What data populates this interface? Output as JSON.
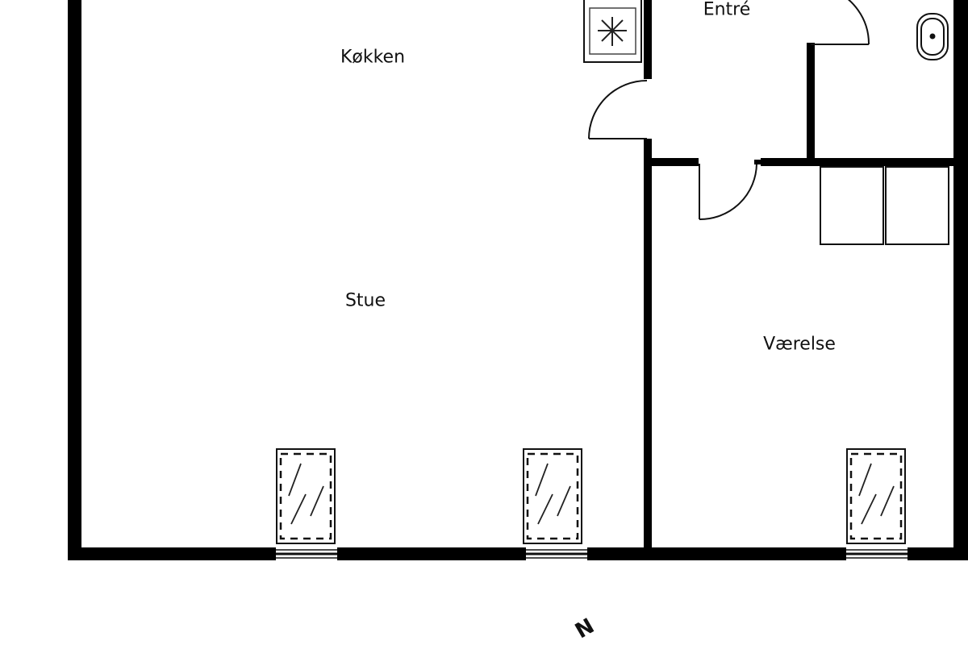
{
  "floorplan": {
    "rooms": [
      {
        "id": "kitchen",
        "label": "Køkken"
      },
      {
        "id": "living",
        "label": "Stue"
      },
      {
        "id": "entry",
        "label": "Entré"
      },
      {
        "id": "bedroom",
        "label": "Værelse"
      }
    ],
    "compass": {
      "label": "N",
      "icon": "north-arrow-icon"
    },
    "colors": {
      "wall": "#000000",
      "line": "#111111",
      "background": "#ffffff"
    },
    "fixtures": [
      "stove-icon",
      "sink-icon",
      "wardrobe",
      "wardrobe",
      "window",
      "window",
      "window"
    ]
  }
}
